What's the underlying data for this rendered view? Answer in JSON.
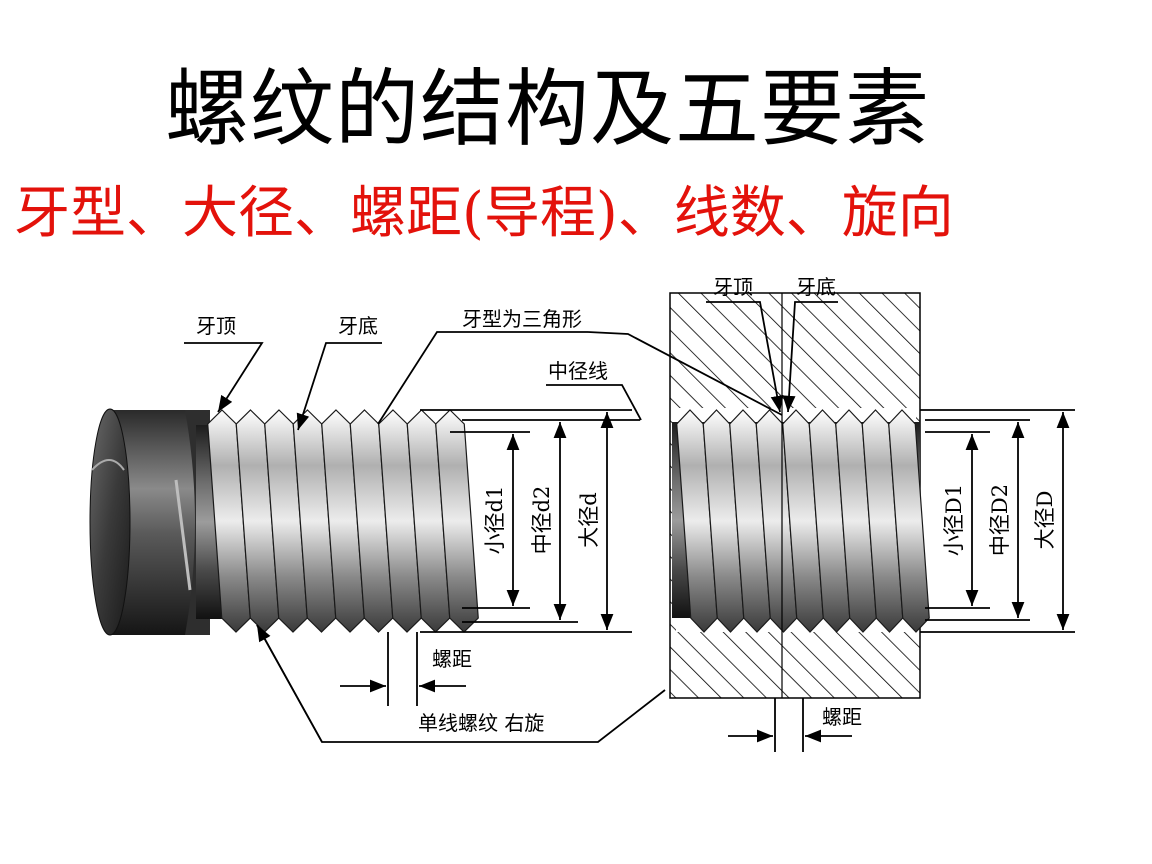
{
  "title": "螺纹的结构及五要素",
  "subtitle": "牙型、大径、螺距(导程)、线数、旋向",
  "external": {
    "crest": "牙顶",
    "root": "牙底",
    "profile": "牙型为三角形",
    "pitch_line": "中径线",
    "minor_dia": "小径d1",
    "pitch_dia": "中径d2",
    "major_dia": "大径d",
    "pitch": "螺距",
    "type": "单线螺纹 右旋"
  },
  "internal": {
    "crest": "牙顶",
    "root": "牙底",
    "minor_dia": "小径D1",
    "pitch_dia": "中径D2",
    "major_dia": "大径D",
    "pitch": "螺距"
  },
  "colors": {
    "title": "#000000",
    "subtitle": "#e3120b"
  }
}
